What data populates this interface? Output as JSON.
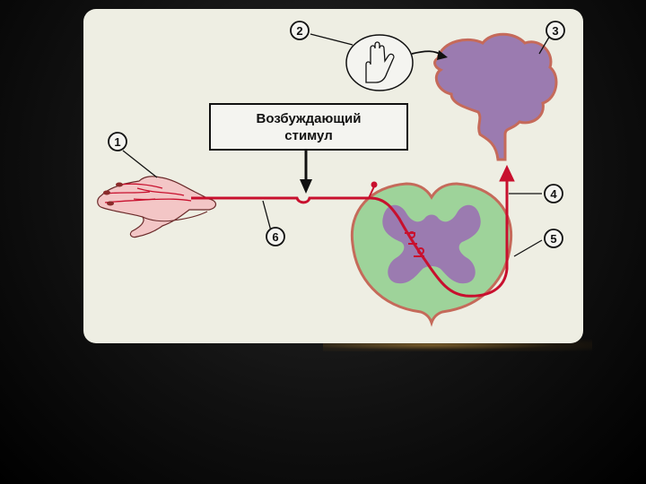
{
  "stimulus": {
    "line1": "Возбуждающий",
    "line2": "стимул"
  },
  "callouts": [
    "1",
    "2",
    "3",
    "4",
    "5",
    "6"
  ],
  "colors": {
    "nerve": "#c8102e",
    "brain": "#9b7bb0",
    "brain_outline": "#c56a5a",
    "white_matter": "#9ed39a",
    "panel": "#eeeee3"
  }
}
